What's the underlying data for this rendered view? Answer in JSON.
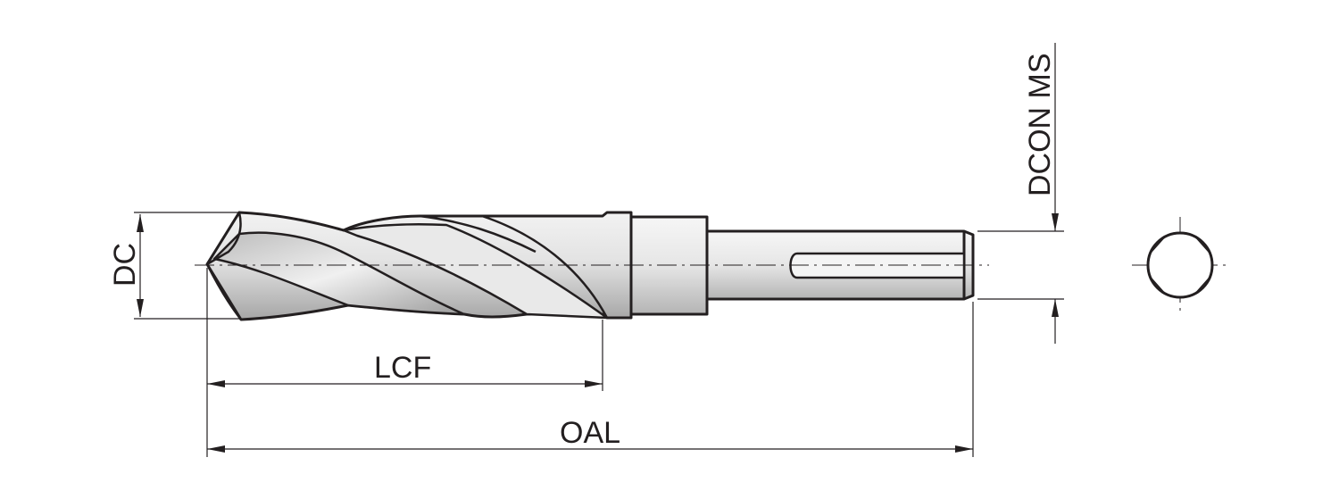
{
  "dimensions": {
    "dc": "DC",
    "lcf": "LCF",
    "oal": "OAL",
    "dcon_ms": "DCON MS"
  },
  "colors": {
    "outline": "#231f20",
    "body_light": "#f4f4f4",
    "body_mid": "#d6d6d6",
    "body_dark": "#9a9a9a"
  }
}
